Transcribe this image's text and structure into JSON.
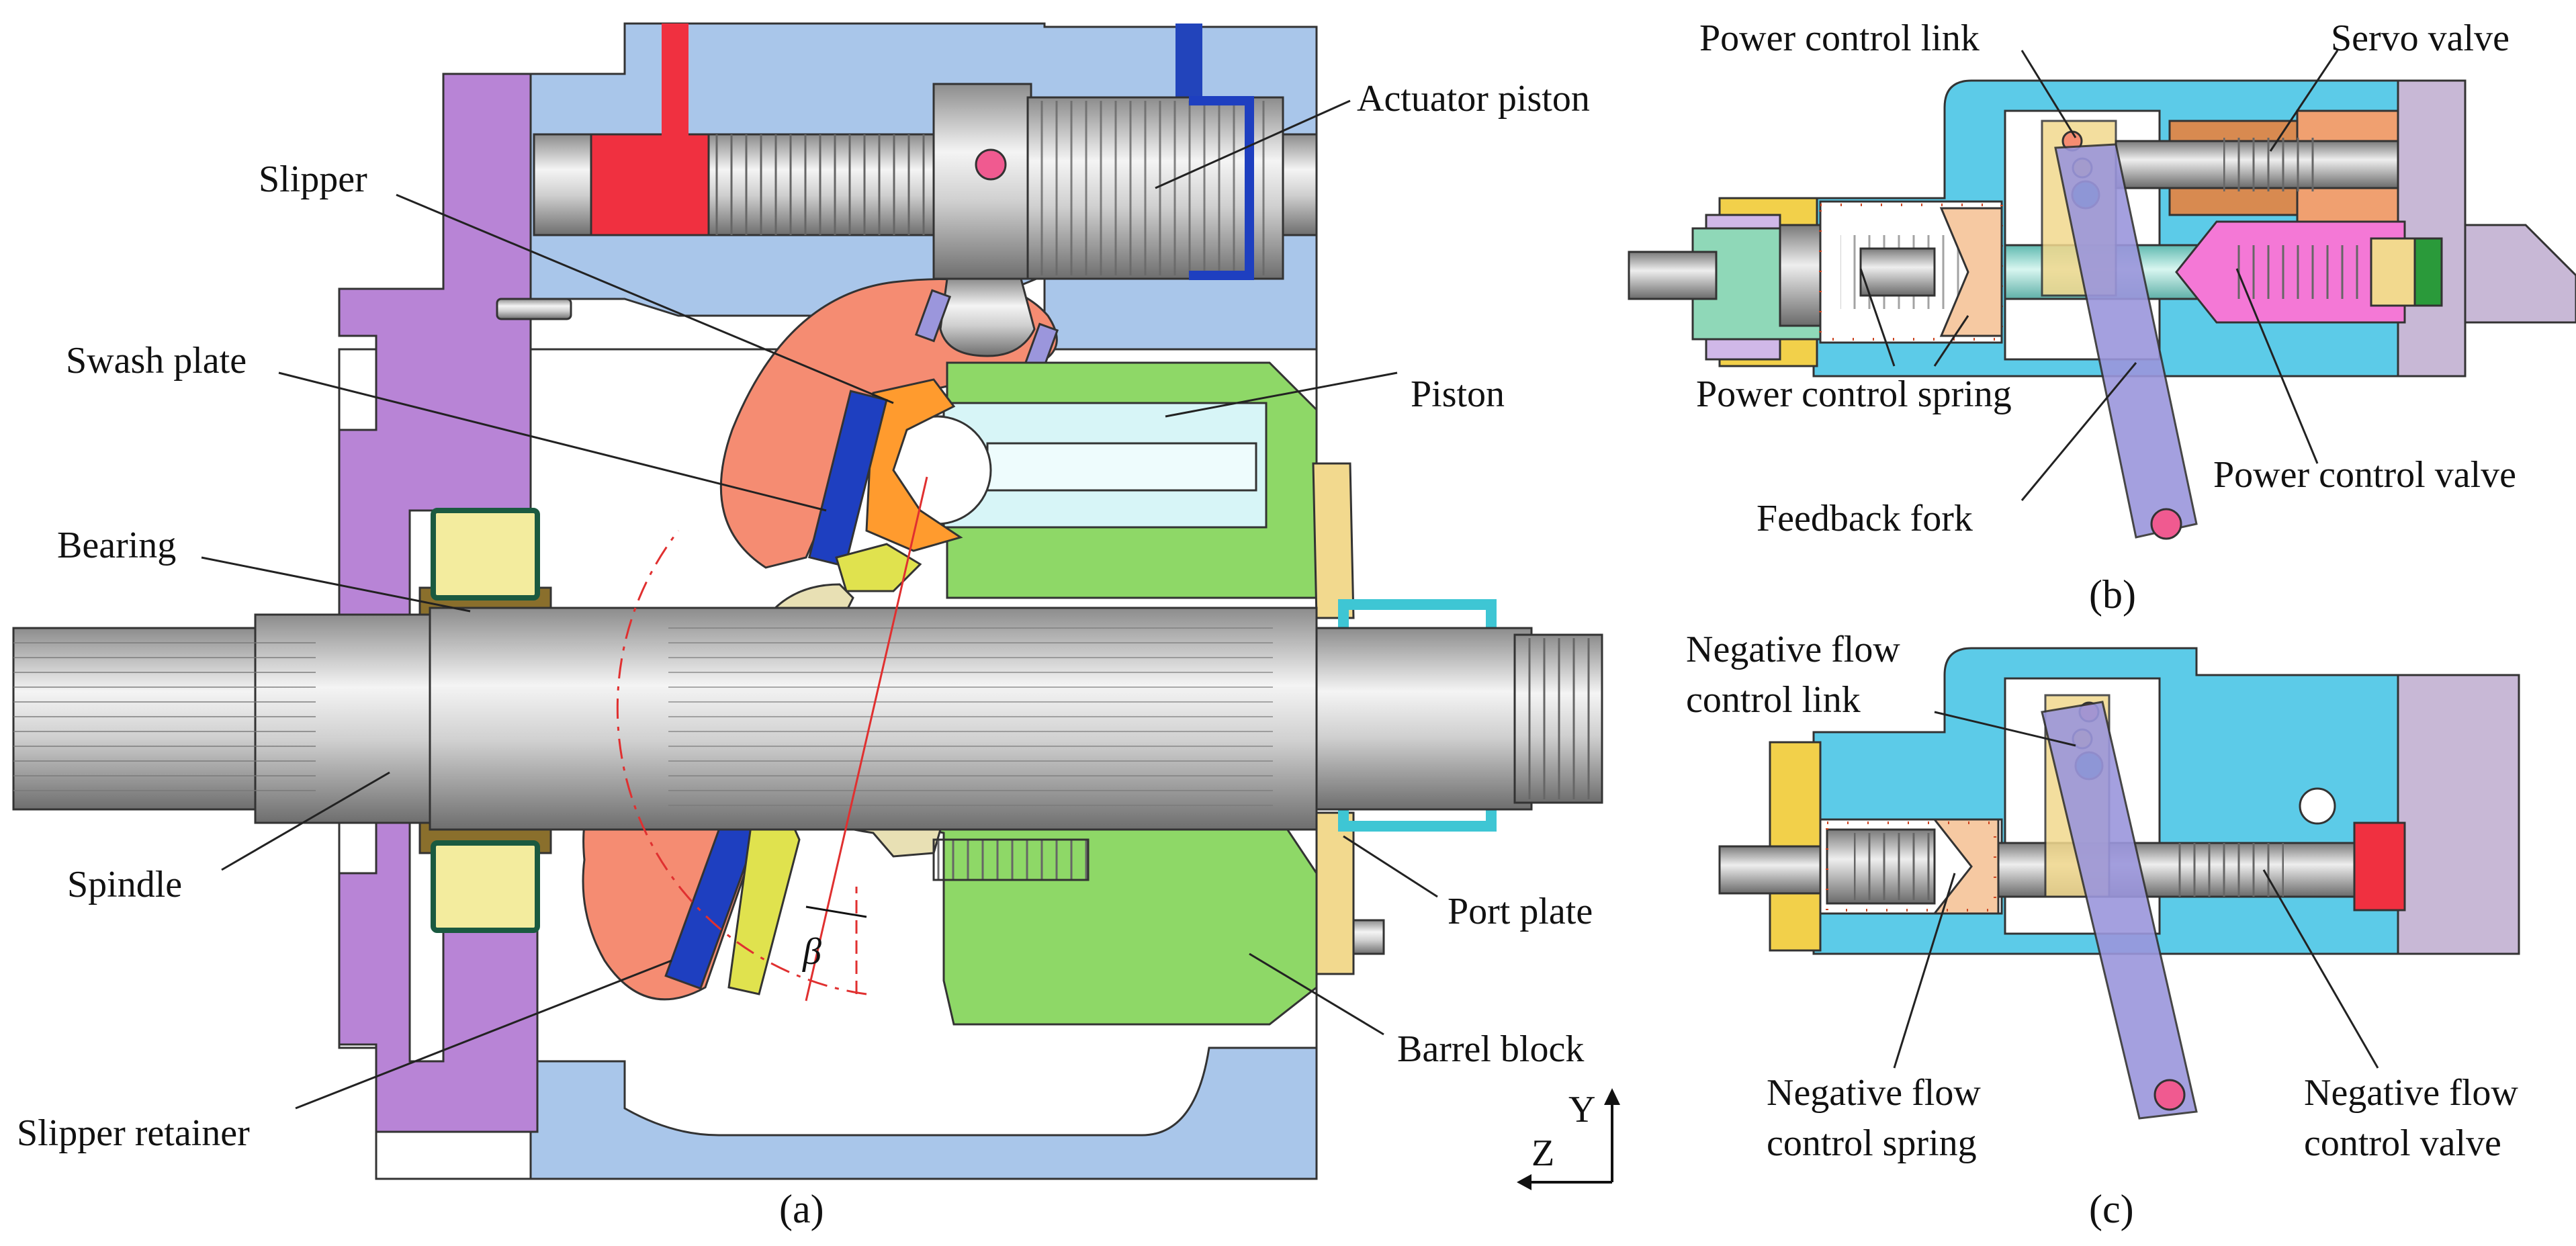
{
  "panel_a": {
    "caption": "(a)",
    "labels": {
      "actuator_piston": "Actuator piston",
      "slipper": "Slipper",
      "swash_plate": "Swash plate",
      "piston": "Piston",
      "bearing": "Bearing",
      "spindle": "Spindle",
      "port_plate": "Port plate",
      "barrel_block": "Barrel block",
      "slipper_retainer": "Slipper retainer",
      "beta": "β"
    },
    "axes": {
      "y": "Y",
      "z": "Z"
    }
  },
  "panel_b": {
    "caption": "(b)",
    "labels": {
      "power_control_link": "Power control link",
      "servo_valve": "Servo valve",
      "power_control_spring": "Power control spring",
      "feedback_fork": "Feedback fork",
      "power_control_valve": "Power control valve"
    }
  },
  "panel_c": {
    "caption": "(c)",
    "labels": {
      "nfc_link_l1": "Negative flow",
      "nfc_link_l2": "control link",
      "nfc_spring_l1": "Negative flow",
      "nfc_spring_l2": "control spring",
      "nfc_valve_l1": "Negative flow",
      "nfc_valve_l2": "control valve"
    }
  },
  "colors": {
    "housing": "#a9c6ea",
    "cover": "#b884d6",
    "swash_plate": "#f58c72",
    "barrel": "#8ed867",
    "piston": "#d7f5f7",
    "slipper": "#ff9b2e",
    "slipper_base": "#1e3fc0",
    "retainer": "#e0e24e",
    "bearing_roller": "#f3ec9e",
    "bearing_race": "#8a6f2c",
    "port_plate": "#f2d98e",
    "valve_body": "#5ccbe8",
    "valve_end": "#c8b8d6",
    "fork": "#9b96dc",
    "red_part": "#f03040",
    "pink_part": "#f478d6"
  }
}
